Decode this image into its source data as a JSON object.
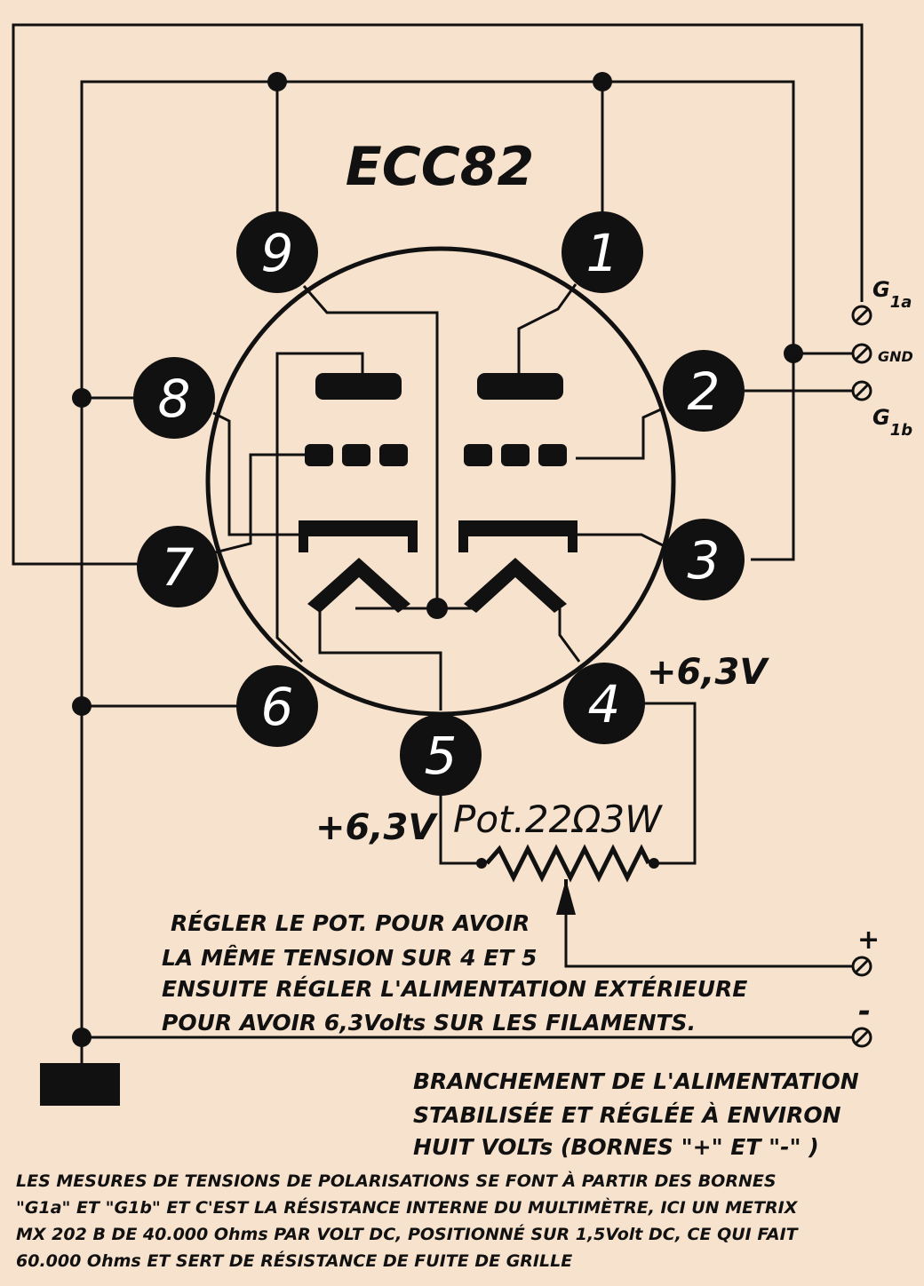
{
  "title": "ECC82",
  "pins": [
    "1",
    "2",
    "3",
    "4",
    "5",
    "6",
    "7",
    "8",
    "9"
  ],
  "terminals": {
    "g1a": "G",
    "g1a_sub": "1a",
    "gnd": "GND",
    "g1b": "G",
    "g1b_sub": "1b",
    "plus": "+",
    "minus": "-"
  },
  "labels": {
    "v_right": "+6,3V",
    "v_left": "+6,3V",
    "pot": "Pot.22Ω3W"
  },
  "instructions": [
    "RÉGLER LE POT. POUR AVOIR",
    "LA MÊME TENSION SUR 4 ET 5",
    "ENSUITE RÉGLER L'ALIMENTATION EXTÉRIEURE",
    "POUR AVOIR 6,3Volts SUR LES FILAMENTS."
  ],
  "supply_note": [
    "BRANCHEMENT DE L'ALIMENTATION",
    "STABILISÉE ET RÉGLÉE À ENVIRON",
    "HUIT VOLTs (BORNES \"+\" ET \"-\" )"
  ],
  "footer_note": [
    "LES MESURES DE TENSIONS DE POLARISATIONS SE FONT À PARTIR DES BORNES",
    "\"G1a\" ET \"G1b\" ET C'EST LA RÉSISTANCE INTERNE DU MULTIMÈTRE, ICI UN METRIX",
    "MX 202 B DE 40.000 Ohms PAR VOLT DC, POSITIONNÉ SUR 1,5Volt DC, CE QUI FAIT",
    "60.000 Ohms ET SERT DE RÉSISTANCE DE FUITE DE GRILLE"
  ]
}
